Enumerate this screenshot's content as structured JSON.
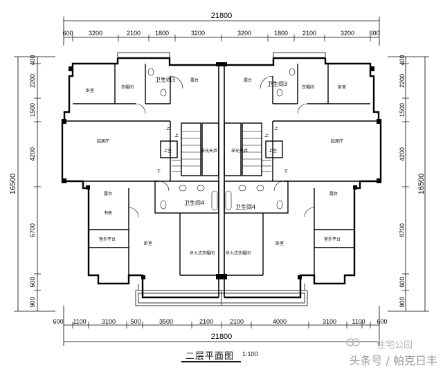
{
  "plan": {
    "total_width": "21800",
    "total_depth": "16500",
    "top_dims": [
      "600",
      "3200",
      "2100",
      "1800",
      "3200",
      "3200",
      "1800",
      "2100",
      "3200",
      "600"
    ],
    "bottom_dims": [
      "600",
      "1100",
      "3100",
      "500",
      "3500",
      "2100",
      "2100",
      "4000",
      "3100",
      "1100",
      "600"
    ],
    "left_dims": [
      "400",
      "2200",
      "1500",
      "4200",
      "6700",
      "600",
      "900"
    ],
    "right_dims": [
      "400",
      "2200",
      "1500",
      "4200",
      "6700",
      "600",
      "900"
    ],
    "rooms": {
      "bedroom_tl": "卧室",
      "cloak_tl": "衣帽间",
      "wc3_left": "卫生间3",
      "balcony_tl": "露台",
      "balcony_tr": "露台",
      "wc3_right": "卫生间3",
      "cloak_tr": "衣帽间",
      "bedroom_tr": "卧室",
      "living_l": "起居厅",
      "living_r": "起居厅",
      "void_l": "上空",
      "void_r": "上空",
      "skylight_l": "采光天井",
      "skylight_r": "采光天井",
      "wc4_left": "卫生间4",
      "wc4_right": "卫生间4",
      "balcony_ml": "露台",
      "balcony_mr": "露台",
      "study": "书房",
      "terrace_l": "室外平台",
      "terrace_r": "室外平台",
      "bedroom_bl": "卧室",
      "bedroom_br": "卧室",
      "wardrobe_l": "步入式衣帽间",
      "wardrobe_r": "步入式衣帽间",
      "up_1": "上",
      "up_2": "上",
      "up_3": "上",
      "up_4": "上",
      "down_1": "下",
      "down_2": "下"
    }
  },
  "caption": {
    "title": "二层平面图",
    "scale": "1:100"
  },
  "watermark": {
    "line1": "住宅公园",
    "line2": "头条号 / 帕克日丰"
  }
}
